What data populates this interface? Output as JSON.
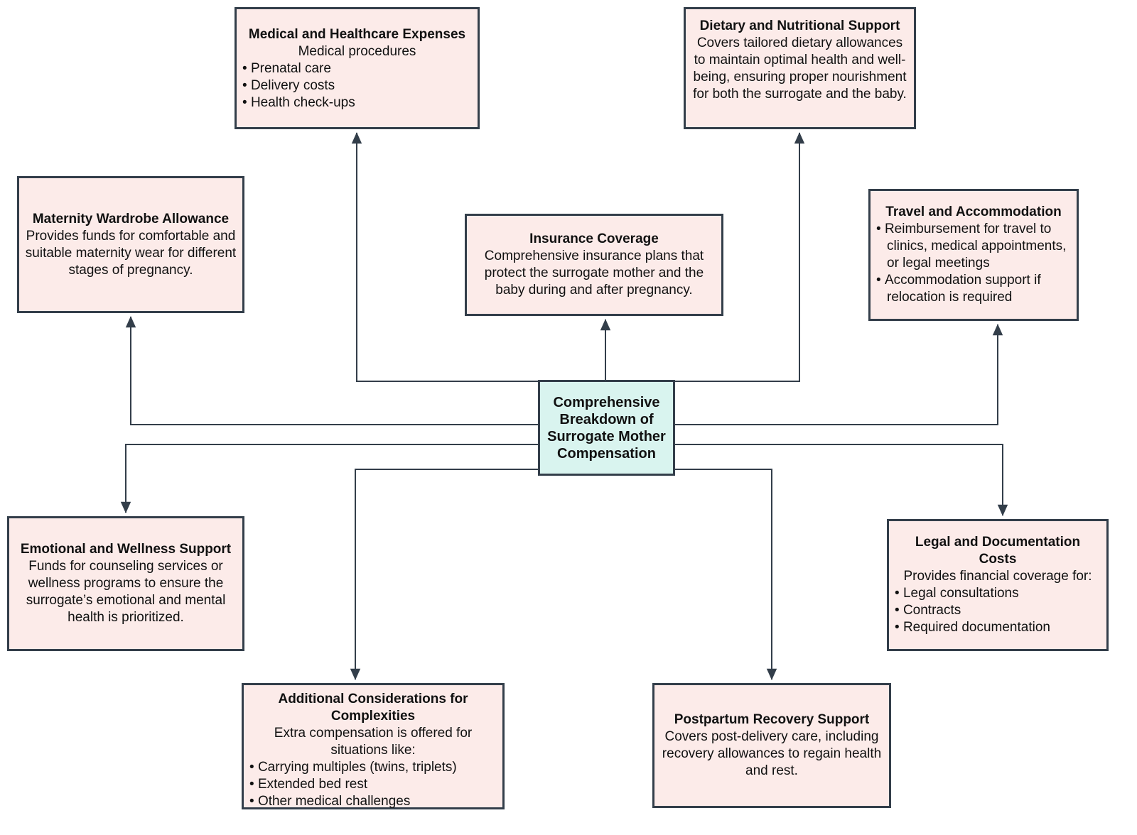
{
  "diagram": {
    "center_title": "Comprehensive Breakdown of Surrogate Mother Compensation",
    "nodes": {
      "medical": {
        "title": "Medical and Healthcare Expenses",
        "subtitle": "Medical procedures",
        "bullets": [
          "Prenatal care",
          "Delivery costs",
          "Health check-ups"
        ]
      },
      "dietary": {
        "title": "Dietary and Nutritional Support",
        "body": "Covers tailored dietary allowances to maintain optimal health and well-being, ensuring proper nourishment for both the surrogate and the baby."
      },
      "maternity": {
        "title": "Maternity Wardrobe Allowance",
        "body": "Provides funds for comfortable and suitable maternity wear for different stages of pregnancy."
      },
      "insurance": {
        "title": "Insurance Coverage",
        "body": "Comprehensive insurance plans that protect the surrogate mother and the baby during and after pregnancy."
      },
      "travel": {
        "title": "Travel and Accommodation",
        "bullets": [
          "Reimbursement for travel to clinics, medical appointments, or legal meetings",
          "Accommodation support if relocation is required"
        ]
      },
      "emotional": {
        "title": "Emotional and Wellness Support",
        "body": "Funds for counseling services or wellness programs to ensure the surrogate’s emotional and mental health is prioritized."
      },
      "legal": {
        "title": "Legal and Documentation Costs",
        "subtitle": "Provides financial coverage for:",
        "bullets": [
          "Legal consultations",
          "Contracts",
          "Required documentation"
        ]
      },
      "additional": {
        "title": "Additional Considerations for Complexities",
        "subtitle": "Extra compensation is offered for situations like:",
        "bullets": [
          "Carrying multiples (twins, triplets)",
          "Extended bed rest",
          "Other medical challenges"
        ]
      },
      "postpartum": {
        "title": "Postpartum Recovery Support",
        "body": "Covers post-delivery care, including recovery allowances to regain health and rest."
      }
    },
    "connections": [
      {
        "from": "center",
        "to": "medical"
      },
      {
        "from": "center",
        "to": "dietary"
      },
      {
        "from": "center",
        "to": "maternity"
      },
      {
        "from": "center",
        "to": "insurance"
      },
      {
        "from": "center",
        "to": "travel"
      },
      {
        "from": "center",
        "to": "emotional"
      },
      {
        "from": "center",
        "to": "legal"
      },
      {
        "from": "center",
        "to": "additional"
      },
      {
        "from": "center",
        "to": "postpartum"
      }
    ],
    "colors": {
      "node_fill": "#fcebe9",
      "center_fill": "#d9f4ef",
      "border": "#333e4a",
      "text": "#111111"
    }
  }
}
